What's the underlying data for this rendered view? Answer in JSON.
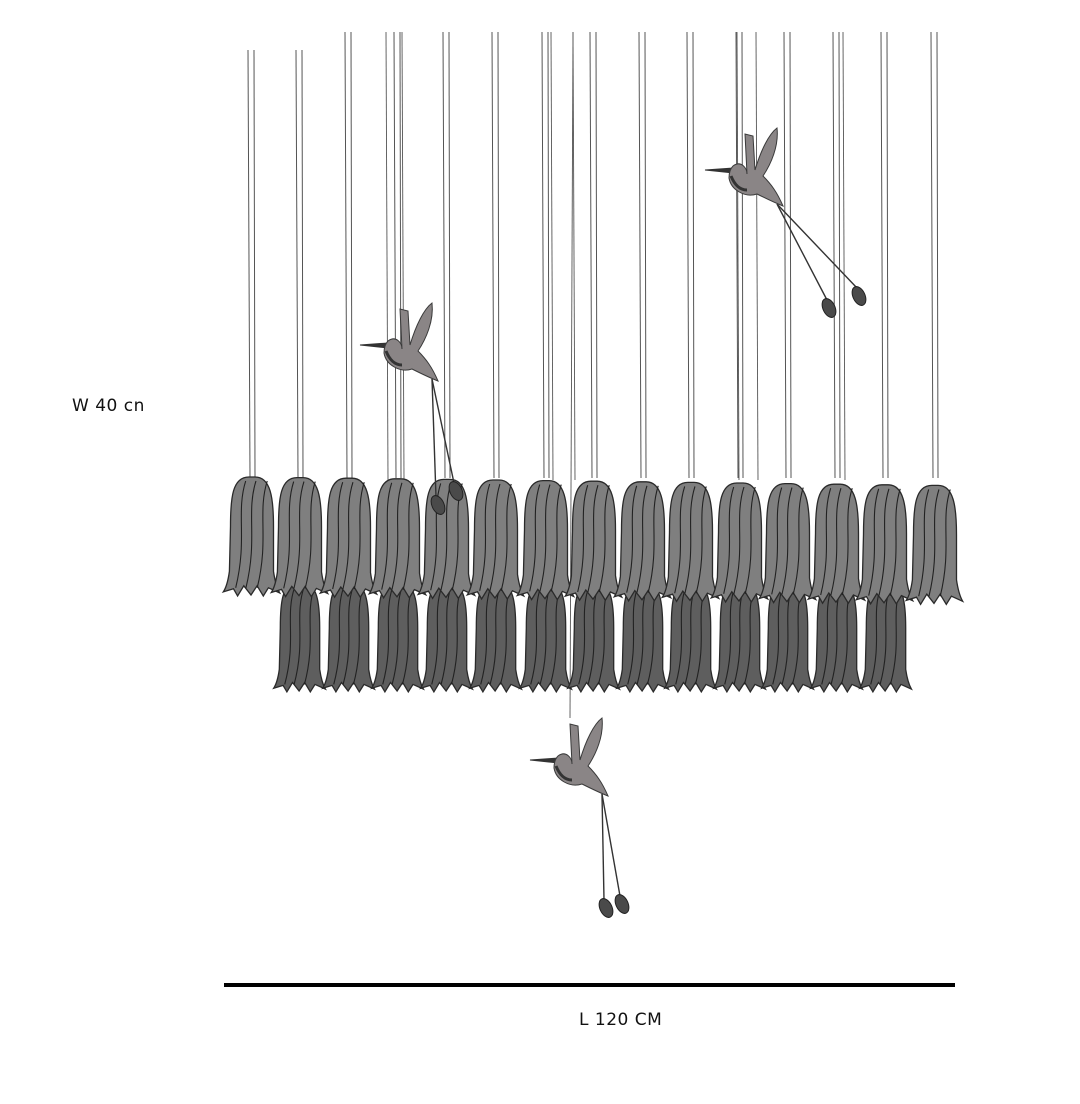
{
  "dimensions": {
    "width_label": "W 40 cn",
    "length_label": "L 120 CM"
  },
  "product": {
    "top_row_bell_count": 15,
    "bottom_row_bell_count": 13,
    "hummingbird_count": 3
  },
  "colors": {
    "top_bell": "#7f7f7f",
    "bottom_bell": "#5e5e5e",
    "bird": "#8a8586",
    "outline": "#2a2a2a",
    "wire": "#555555"
  }
}
